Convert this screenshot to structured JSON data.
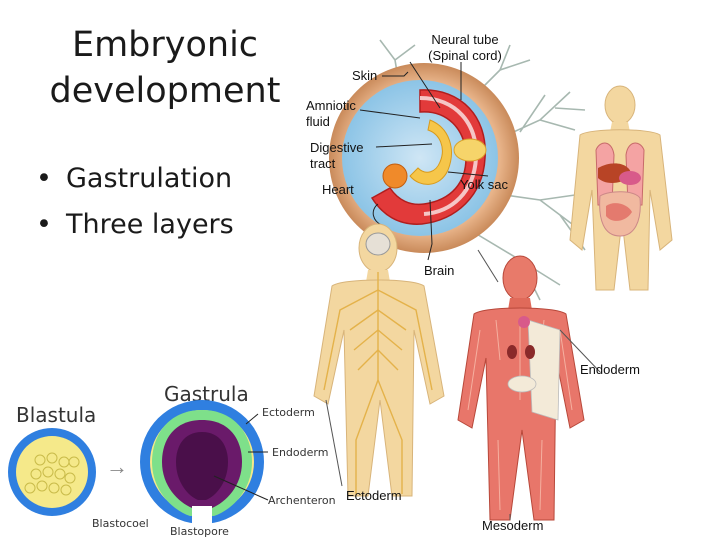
{
  "slide": {
    "title_line1": "Embryonic",
    "title_line2": "development",
    "bullets": [
      "Gastrulation",
      "Three layers"
    ]
  },
  "embryo_labels": {
    "neural_tube_1": "Neural tube",
    "neural_tube_2": "(Spinal cord)",
    "skin": "Skin",
    "amniotic_1": "Amniotic",
    "amniotic_2": "fluid",
    "digestive_1": "Digestive",
    "digestive_2": "tract",
    "heart": "Heart",
    "yolk_sac": "Yolk sac"
  },
  "body_labels": {
    "brain": "Brain",
    "endoderm": "Endoderm",
    "ectoderm": "Ectoderm",
    "mesoderm": "Mesoderm"
  },
  "gastrula_labels": {
    "blastula": "Blastula",
    "gastrula": "Gastrula",
    "ectoderm": "Ectoderm",
    "endoderm": "Endoderm",
    "archenteron": "Archenteron",
    "blastocoel": "Blastocoel",
    "blastopore": "Blastopore"
  },
  "colors": {
    "ectoderm_blue": "#2f7fe0",
    "endoderm_yellow": "#f5e98a",
    "mesoderm_green": "#7ee08a",
    "archenteron_purple": "#6a1a6a",
    "embryo_red": "#e23a3a",
    "skin_tone": "#f3d7a0"
  }
}
